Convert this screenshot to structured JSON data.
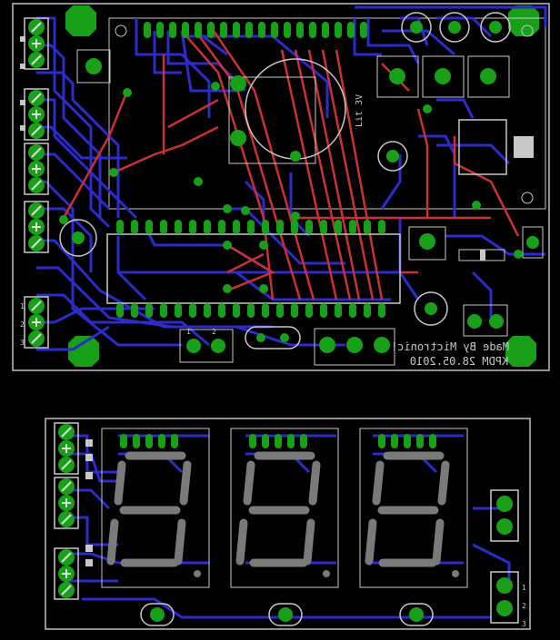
{
  "colors": {
    "background": "#000000",
    "bottom_trace": "#2c2cc8",
    "top_trace": "#c83232",
    "pad": "#18a018",
    "silkscreen": "#c8c8c8",
    "outline": "#bfbfbf"
  },
  "top_board": {
    "credit_line1": "Made By Mictronic!",
    "credit_line2": "KPDM 28.05.2010",
    "battery_label": "Lit 3V",
    "terminal_pin_labels": [
      "3",
      "2",
      "1"
    ],
    "header_pin_labels": [
      "1",
      "2"
    ]
  },
  "bottom_board": {
    "digit_count": 3,
    "terminal_pin_labels": [
      "3",
      "2",
      "1"
    ]
  }
}
